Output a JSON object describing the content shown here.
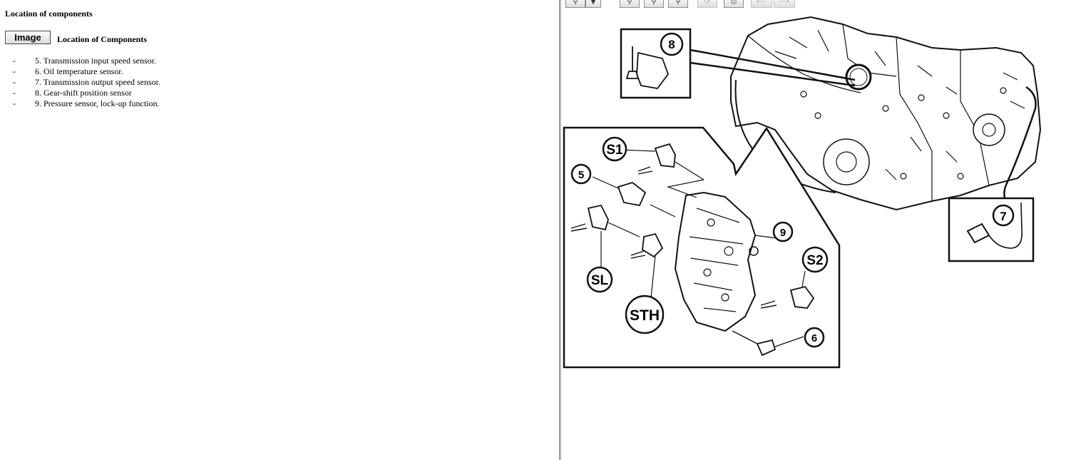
{
  "document": {
    "heading": "Location of components",
    "image_button": "Image",
    "section_title": "Location of Components",
    "list_dash": "-",
    "items": [
      {
        "text": "5. Transmission input speed sensor."
      },
      {
        "text": "6. Oil temperature sensor."
      },
      {
        "text": "7. Transmission output speed sensor."
      },
      {
        "text": "8. Gear-shift position sensor"
      },
      {
        "text": "9. Pressure sensor, lock-up function."
      }
    ]
  },
  "toolbar": {
    "icons": [
      "magnifier-icon",
      "dropdown-arrow-icon",
      "zoom-in-icon",
      "zoom-out-icon",
      "pan-icon",
      "rotate-icon",
      "print-icon",
      "back-arrow-icon",
      "forward-arrow-icon"
    ]
  },
  "diagram": {
    "callouts": {
      "c8": "8",
      "s1": "S1",
      "c5": "5",
      "c9": "9",
      "s2": "S2",
      "sl": "SL",
      "sth": "STH",
      "c6": "6",
      "c7": "7"
    }
  }
}
